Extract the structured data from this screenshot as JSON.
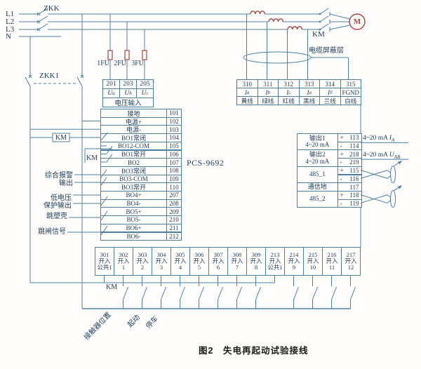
{
  "colors": {
    "wire": "#4d7fa0",
    "text": "#1d3a55",
    "accent_red": "#a84343",
    "caption": "#1a1a1a"
  },
  "device": {
    "name": "PCS-9692"
  },
  "caption": "图2　失电再起动试验接线",
  "top": {
    "phase_labels": [
      "L1",
      "L2",
      "L3",
      "N"
    ],
    "breaker_main": "ZKK",
    "breaker_ctrl": "ZKK1",
    "fuses": [
      "1FU",
      "2FU",
      "3FU"
    ],
    "motor": "M",
    "cable_shield": "电缆屏蔽层"
  },
  "km": {
    "main": "KM",
    "coil": "KM",
    "aux": "KM",
    "bottom": "KM"
  },
  "voltage_input": {
    "title": "电压输入",
    "terminals": [
      {
        "num": "201",
        "base": "U",
        "sub": "a"
      },
      {
        "num": "203",
        "base": "U",
        "sub": "b"
      },
      {
        "num": "205",
        "base": "U",
        "sub": "c"
      }
    ]
  },
  "current_input": {
    "terminals": [
      {
        "num": "310",
        "base": "I",
        "sub": "a",
        "wire": "黄线"
      },
      {
        "num": "311",
        "base": "I",
        "sub": "b",
        "wire": "绿线"
      },
      {
        "num": "312",
        "base": "I",
        "sub": "c",
        "wire": "红线"
      },
      {
        "num": "313",
        "base": "I",
        "sub": "a",
        "wire": "黑线"
      },
      {
        "num": "314",
        "base": "I",
        "sub": "0",
        "wire": "兰线"
      },
      {
        "num": "315",
        "base": "FGND",
        "sub": "",
        "wire": "白线"
      }
    ]
  },
  "left_terminals": {
    "rows": [
      {
        "label": "接地",
        "num": "101"
      },
      {
        "label": "电源+",
        "num": "102"
      },
      {
        "label": "电源-",
        "num": "103"
      },
      {
        "label": "BO1常闭",
        "num": "104"
      },
      {
        "label": "BO12-COM",
        "num": "105"
      },
      {
        "label": "BO1常开",
        "num": "106"
      },
      {
        "label": "BO2",
        "num": "107"
      },
      {
        "label": "BO3常闭",
        "num": "108"
      },
      {
        "label": "BO3-COM",
        "num": "109"
      },
      {
        "label": "BO3常开",
        "num": "110"
      },
      {
        "label": "BO4+",
        "num": "207"
      },
      {
        "label": "BO4-",
        "num": "208"
      },
      {
        "label": "BO5+",
        "num": "209"
      },
      {
        "label": "BO5-",
        "num": "210"
      },
      {
        "label": "BO6+",
        "num": "211"
      },
      {
        "label": "BO6-",
        "num": "212"
      }
    ]
  },
  "output_labels": [
    {
      "lines": [
        "综合报警",
        "输出"
      ]
    },
    {
      "lines": [
        "低电压",
        "保护输出"
      ]
    },
    {
      "lines": [
        "跳塑壳"
      ]
    },
    {
      "lines": [
        "跳闸信号"
      ]
    }
  ],
  "right_panel": {
    "groups": [
      {
        "label": "输出1",
        "sublabel": "4~20 mA",
        "rows": [
          {
            "sign": "+",
            "num": "113"
          },
          {
            "sign": "-",
            "num": "114"
          }
        ]
      },
      {
        "label": "输出2",
        "sublabel": "4~20 mA",
        "rows": [
          {
            "sign": "+",
            "num": "218"
          },
          {
            "sign": "-",
            "num": "219"
          }
        ]
      },
      {
        "label": "485_1",
        "sublabel": "",
        "rows": [
          {
            "sign": "+",
            "num": "115"
          },
          {
            "sign": "-",
            "num": "116"
          }
        ]
      },
      {
        "label": "通信地",
        "sublabel": "",
        "rows": [
          {
            "sign": "",
            "num": "117"
          }
        ]
      },
      {
        "label": "485_2",
        "sublabel": "",
        "rows": [
          {
            "sign": "+",
            "num": "118"
          },
          {
            "sign": "-",
            "num": "119"
          }
        ]
      }
    ],
    "annotations": [
      {
        "text": "4~20 mA",
        "base": "I",
        "sub": "A"
      },
      {
        "text": "4~20 mA",
        "base": "U",
        "sub": "AB"
      }
    ]
  },
  "bottom_terminals": {
    "mid": "开入",
    "cells": [
      {
        "num": "301",
        "label": "公共1"
      },
      {
        "num": "302",
        "label": "1"
      },
      {
        "num": "303",
        "label": "2"
      },
      {
        "num": "304",
        "label": "3"
      },
      {
        "num": "305",
        "label": "4"
      },
      {
        "num": "306",
        "label": "5"
      },
      {
        "num": "307",
        "label": "6"
      },
      {
        "num": "308",
        "label": "7"
      },
      {
        "num": "309",
        "label": "8"
      },
      {
        "num": "213",
        "label": "公共1"
      },
      {
        "num": "214",
        "label": "9"
      },
      {
        "num": "215",
        "label": "10"
      },
      {
        "num": "216",
        "label": "11"
      },
      {
        "num": "217",
        "label": "12"
      }
    ],
    "switch_labels": [
      "接触器位置",
      "起动",
      "停车"
    ]
  }
}
